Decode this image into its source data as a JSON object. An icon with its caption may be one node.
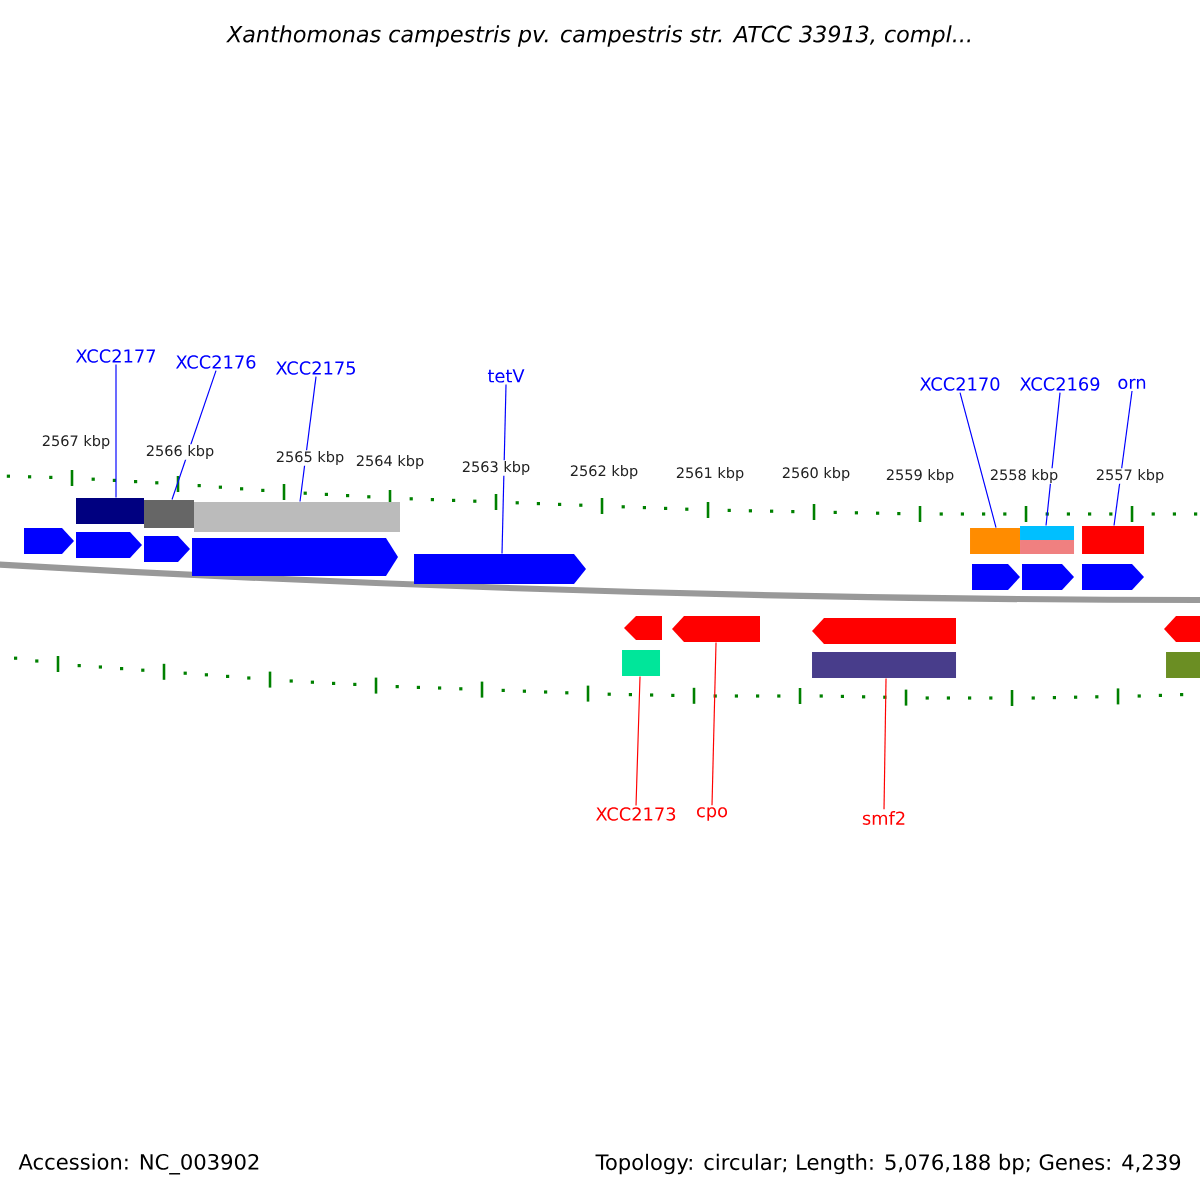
{
  "diagram": {
    "title": "Xanthomonas campestris pv. campestris str. ATCC 33913, compl...",
    "nodes": [
      {
        "text": [
          "XCC2177"
        ]
      },
      {
        "text": [
          "XCC2176"
        ]
      },
      {
        "text": [
          "XCC2175"
        ]
      },
      {
        "text": [
          "tetV"
        ]
      },
      {
        "text": [
          "XCC2170"
        ]
      },
      {
        "text": [
          "XCC2169"
        ]
      },
      {
        "text": [
          "orn"
        ]
      },
      {
        "text": [
          "XCC2173"
        ]
      },
      {
        "text": [
          "cpo"
        ]
      },
      {
        "text": [
          "smf2"
        ]
      },
      {
        "text": [],
        "shape": "bar"
      },
      {
        "text": [],
        "shape": "bar"
      },
      {
        "text": [],
        "shape": "bar"
      },
      {
        "text": [],
        "shape": "pentagon"
      },
      {
        "text": [],
        "shape": "pentagon"
      },
      {
        "text": [],
        "shape": "pentagon"
      },
      {
        "text": [],
        "shape": "pentagon"
      },
      {
        "text": [],
        "shape": "pentagon"
      },
      {
        "text": [],
        "shape": "bar"
      },
      {
        "text": [],
        "shape": "bar"
      },
      {
        "text": [],
        "shape": "bar"
      },
      {
        "text": [],
        "shape": "pentagon"
      },
      {
        "text": [],
        "shape": "pentagon"
      },
      {
        "text": [],
        "shape": "pentagon"
      },
      {
        "text": [],
        "shape": "pentagon"
      },
      {
        "text": [],
        "shape": "pentagon"
      },
      {
        "text": [],
        "shape": "pentagon"
      },
      {
        "text": [],
        "shape": "pentagon"
      },
      {
        "text": [],
        "shape": "bar"
      },
      {
        "text": [],
        "shape": "bar"
      },
      {
        "text": [],
        "shape": "bar"
      }
    ],
    "edges": [
      {
        "from": 0,
        "to": 10,
        "arrow": "none"
      },
      {
        "from": 1,
        "to": 11,
        "arrow": "none"
      },
      {
        "from": 2,
        "to": 12,
        "arrow": "none"
      },
      {
        "from": 3,
        "to": 17,
        "arrow": "none"
      },
      {
        "from": 4,
        "to": 18,
        "arrow": "none"
      },
      {
        "from": 5,
        "to": 19,
        "arrow": "none"
      },
      {
        "from": 6,
        "to": 20,
        "arrow": "none"
      },
      {
        "from": 7,
        "to": 28,
        "arrow": "none",
        "color": "#ff0000"
      },
      {
        "from": 8,
        "to": 25,
        "arrow": "none",
        "color": "#ff0000"
      },
      {
        "from": 9,
        "to": 29,
        "arrow": "none",
        "color": "#ff0000"
      }
    ],
    "labels": [
      "2567 kbp",
      "2566 kbp",
      "2565 kbp",
      "2564 kbp",
      "2563 kbp",
      "2562 kbp",
      "2561 kbp",
      "2560 kbp",
      "2559 kbp",
      "2558 kbp",
      "2557 kbp",
      "Accession: NC_003902",
      "Topology: circular; Length: 5,076,188 bp; Genes: 4,239"
    ]
  }
}
